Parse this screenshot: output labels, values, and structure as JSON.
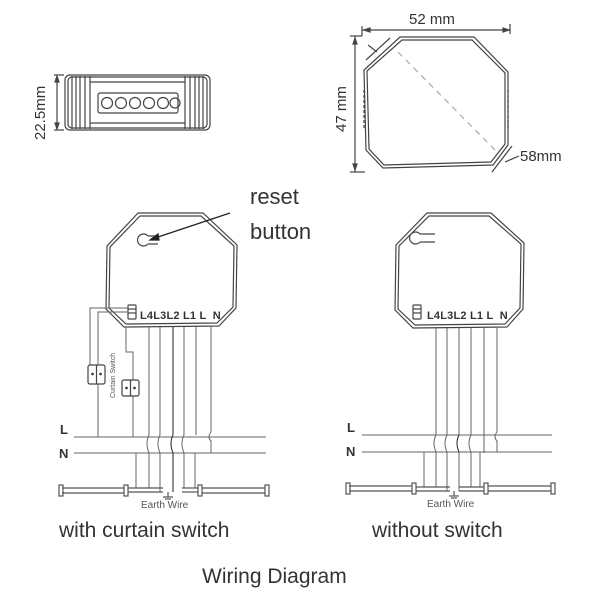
{
  "side_view": {
    "height_label": "22.5mm"
  },
  "top_view": {
    "width_label": "52 mm",
    "height_label": "47 mm",
    "diagonal_label": "58mm"
  },
  "reset_callout": {
    "line1": "reset",
    "line2": "button"
  },
  "terminals": [
    "L4",
    "L3",
    "L2",
    "L1",
    "L",
    "N"
  ],
  "left_diagram": {
    "terminal_text": "L4L3L2 L1 L  N",
    "switch_label": "Curtain Switch",
    "line_label": "L",
    "neutral_label": "N",
    "earth_label": "Earth Wire",
    "caption": "with curtain switch"
  },
  "right_diagram": {
    "terminal_text": "L4L3L2 L1 L  N",
    "line_label": "L",
    "neutral_label": "N",
    "earth_label": "Earth Wire",
    "caption": "without switch"
  },
  "figure_title": "Wiring Diagram",
  "colors": {
    "ink": "#333333",
    "wire": "#777777",
    "dashed": "#aaaaaa"
  }
}
